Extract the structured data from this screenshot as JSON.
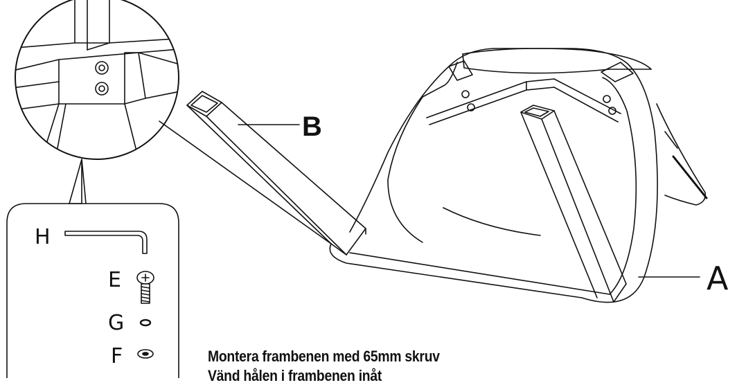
{
  "labels": {
    "chair_seat": "A",
    "front_leg": "B",
    "allen_key": "H",
    "bolt": "E",
    "spring_washer": "G",
    "flat_washer": "F"
  },
  "instructions": [
    "Montera frambenen med 65mm skruv",
    "Vänd hålen i frambenen inåt"
  ],
  "colors": {
    "line": "#111111",
    "background": "#ffffff"
  }
}
